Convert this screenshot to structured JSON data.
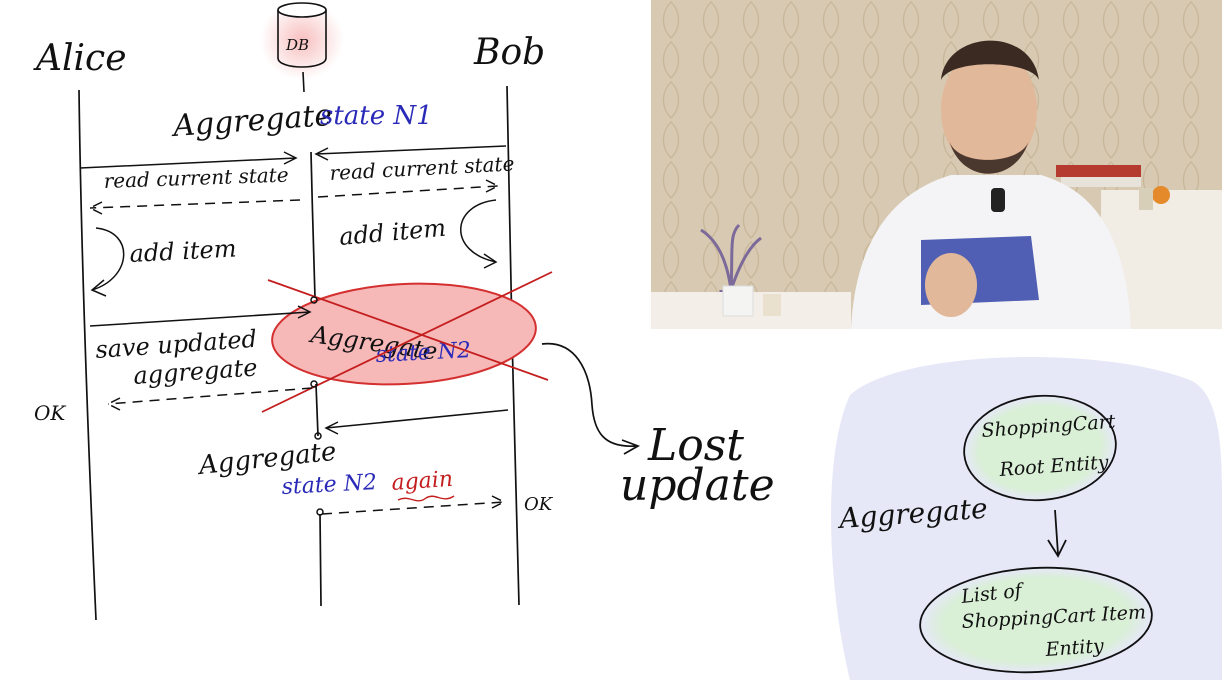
{
  "diagram": {
    "participants": {
      "left": "Alice",
      "db": "DB",
      "right": "Bob"
    },
    "state1": {
      "prefix": "Aggregate",
      "label": "state N1"
    },
    "alice_read": "read current state",
    "bob_read": "read current state",
    "alice_action": "add item",
    "bob_action": "add item",
    "alice_save": {
      "line1": "save updated",
      "line2": "aggregate"
    },
    "state2": {
      "prefix": "Aggregate",
      "label": "state N2"
    },
    "ok_left": "OK",
    "state2_again": {
      "prefix": "Aggregate",
      "label": "state N2",
      "suffix": "again"
    },
    "ok_right": "OK",
    "lost_update": {
      "line1": "Lost",
      "line2": "update"
    }
  },
  "aggregate_panel": {
    "label": "Aggregate",
    "root": {
      "line1": "ShoppingCart",
      "line2": "Root Entity"
    },
    "items": {
      "line1": "List of",
      "line2": "ShoppingCart Item",
      "line3": "Entity"
    }
  },
  "colors": {
    "ink": "#111111",
    "blue_ink": "#2a2ab8",
    "red_ink": "#c41e1e",
    "highlight": "#f7b8b8",
    "panel": "#e6e8f8",
    "node": "#d9efd6"
  }
}
